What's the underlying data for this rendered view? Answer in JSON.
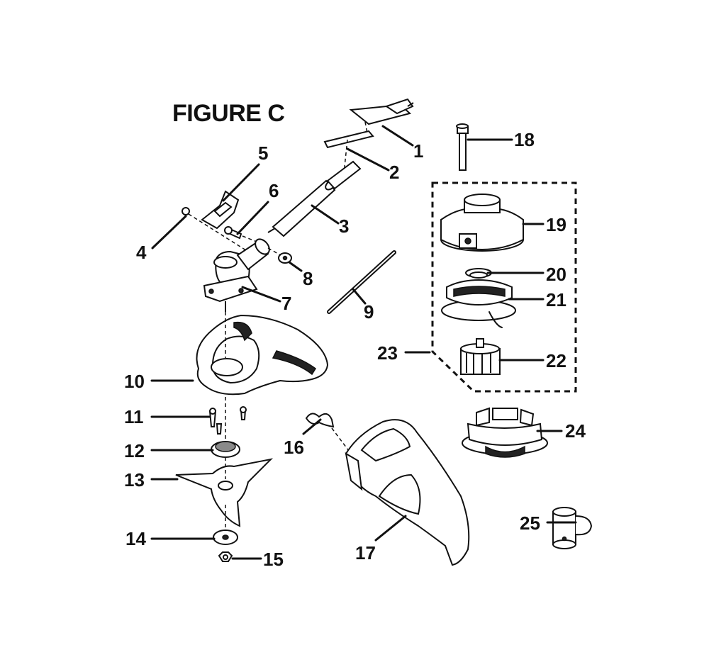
{
  "figure_title": "FIGURE C",
  "callouts": {
    "c1": "1",
    "c2": "2",
    "c3": "3",
    "c4": "4",
    "c5": "5",
    "c6": "6",
    "c7": "7",
    "c8": "8",
    "c9": "9",
    "c10": "10",
    "c11": "11",
    "c12": "12",
    "c13": "13",
    "c14": "14",
    "c15": "15",
    "c16": "16",
    "c17": "17",
    "c18": "18",
    "c19": "19",
    "c20": "20",
    "c21": "21",
    "c22": "22",
    "c23": "23",
    "c24": "24",
    "c25": "25"
  },
  "icons": {
    "shaft": "drive-shaft-icon",
    "gearbox": "gearbox-icon",
    "guard": "grass-guard-icon",
    "blade": "three-tooth-blade-icon",
    "spool_assembly": "trimmer-spool-assembly-icon",
    "shield": "trimmer-shield-icon"
  }
}
